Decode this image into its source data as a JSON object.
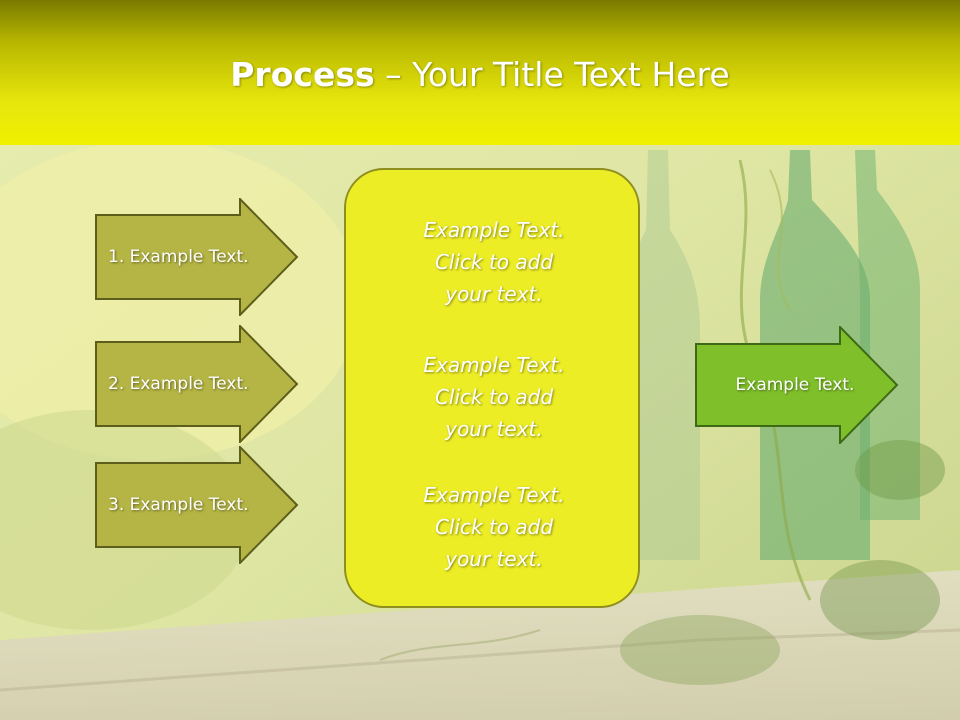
{
  "title": {
    "bold": "Process",
    "rest": " – Your Title Text Here"
  },
  "left_steps": [
    {
      "label": "1. Example Text."
    },
    {
      "label": "2. Example Text."
    },
    {
      "label": "3. Example Text."
    }
  ],
  "center_blocks": [
    {
      "line1": "Example Text.",
      "line2": "Click  to add",
      "line3": "your text."
    },
    {
      "line1": "Example Text.",
      "line2": "Click  to add",
      "line3": "your text."
    },
    {
      "line1": "Example Text.",
      "line2": "Click  to add",
      "line3": "your text."
    }
  ],
  "result": {
    "label": "Example Text."
  },
  "colors": {
    "header": "#e6e60d",
    "left_arrow_fill": "#b5b545",
    "result_arrow_fill": "#7fbf2a",
    "center_box_fill": "#eded26"
  }
}
